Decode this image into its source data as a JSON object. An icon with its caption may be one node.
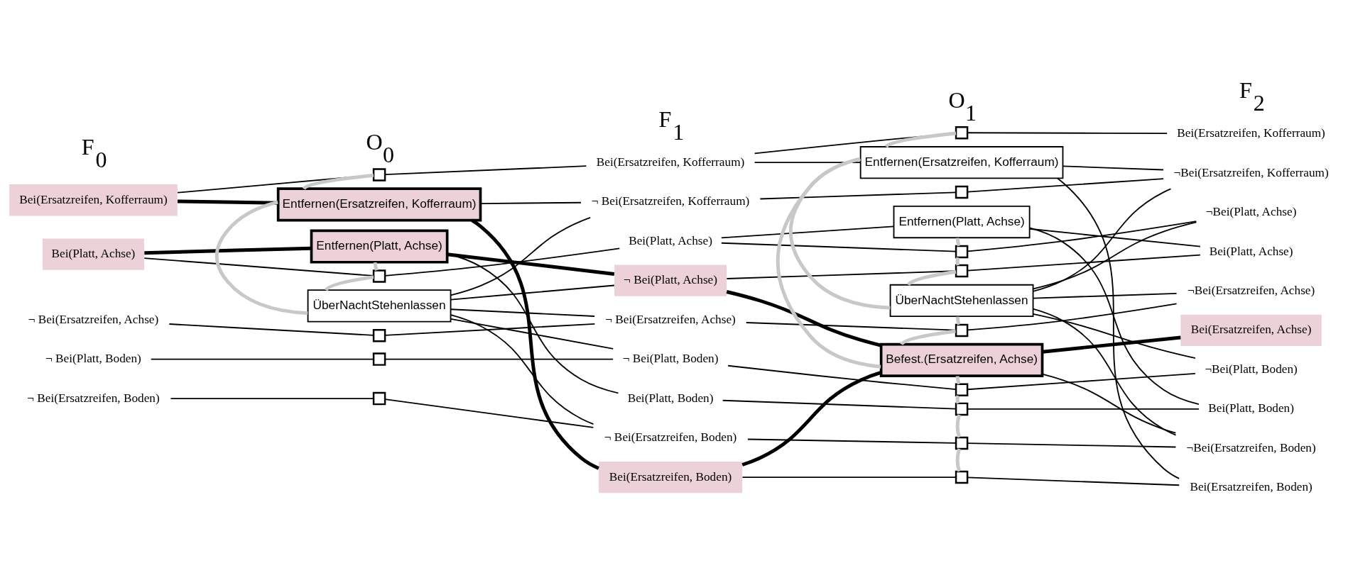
{
  "diagram": {
    "nodes": [
      {
        "text": [
          "Bei(Ersatzreifen, Kofferraum)"
        ]
      },
      {
        "text": [
          "Bei(Platt, Achse)"
        ]
      },
      {
        "text": [
          "¬ Bei(Ersatzreifen, Achse)"
        ]
      },
      {
        "text": [
          "¬ Bei(Platt, Boden)"
        ]
      },
      {
        "text": [
          "¬ Bei(Ersatzreifen, Boden)"
        ]
      },
      {
        "text": [],
        "shape": "box"
      },
      {
        "text": [
          "Entfernen(Ersatzreifen, Kofferraum)"
        ]
      },
      {
        "text": [
          "Entfernen(Platt, Achse)"
        ]
      },
      {
        "text": [],
        "shape": "box"
      },
      {
        "text": [
          "ÜberNachtStehenlassen"
        ]
      },
      {
        "text": [],
        "shape": "box"
      },
      {
        "text": [],
        "shape": "box"
      },
      {
        "text": [],
        "shape": "box"
      },
      {
        "text": [
          "Bei(Ersatzreifen, Kofferraum)"
        ]
      },
      {
        "text": [
          "¬ Bei(Ersatzreifen, Kofferraum)"
        ]
      },
      {
        "text": [
          "Bei(Platt, Achse)"
        ]
      },
      {
        "text": [
          "¬ Bei(Platt, Achse)"
        ]
      },
      {
        "text": [
          "¬ Bei(Ersatzreifen, Achse)"
        ]
      },
      {
        "text": [
          "¬ Bei(Platt, Boden)"
        ]
      },
      {
        "text": [
          "Bei(Platt, Boden)"
        ]
      },
      {
        "text": [
          "¬ Bei(Ersatzreifen, Boden)"
        ]
      },
      {
        "text": [
          "Bei(Ersatzreifen, Boden)"
        ]
      },
      {
        "text": [],
        "shape": "box"
      },
      {
        "text": [
          "Entfernen(Ersatzreifen, Kofferraum)"
        ]
      },
      {
        "text": [],
        "shape": "box"
      },
      {
        "text": [
          "Entfernen(Platt, Achse)"
        ]
      },
      {
        "text": [],
        "shape": "box"
      },
      {
        "text": [],
        "shape": "box"
      },
      {
        "text": [
          "ÜberNachtStehenlassen"
        ]
      },
      {
        "text": [],
        "shape": "box"
      },
      {
        "text": [
          "Befest.(Ersatzreifen, Achse)"
        ]
      },
      {
        "text": [],
        "shape": "box"
      },
      {
        "text": [],
        "shape": "box"
      },
      {
        "text": [],
        "shape": "box"
      },
      {
        "text": [],
        "shape": "box"
      },
      {
        "text": [
          "Bei(Ersatzreifen, Kofferraum)"
        ]
      },
      {
        "text": [
          "¬Bei(Ersatzreifen, Kofferraum)"
        ]
      },
      {
        "text": [
          "¬Bei(Platt, Achse)"
        ]
      },
      {
        "text": [
          "Bei(Platt, Achse)"
        ]
      },
      {
        "text": [
          "¬Bei(Ersatzreifen, Achse)"
        ]
      },
      {
        "text": [
          "Bei(Ersatzreifen, Achse)"
        ]
      },
      {
        "text": [
          "¬Bei(Platt, Boden)"
        ]
      },
      {
        "text": [
          "Bei(Platt, Boden)"
        ]
      },
      {
        "text": [
          "¬Bei(Ersatzreifen, Boden)"
        ]
      },
      {
        "text": [
          "Bei(Ersatzreifen, Boden)"
        ]
      }
    ],
    "edges": [
      {
        "from": 0,
        "to": 5,
        "arrow": "none"
      },
      {
        "from": 5,
        "to": 13,
        "arrow": "none"
      },
      {
        "from": 1,
        "to": 8,
        "arrow": "none"
      },
      {
        "from": 8,
        "to": 15,
        "arrow": "none"
      },
      {
        "from": 2,
        "to": 10,
        "arrow": "none"
      },
      {
        "from": 10,
        "to": 17,
        "arrow": "none"
      },
      {
        "from": 3,
        "to": 11,
        "arrow": "none"
      },
      {
        "from": 11,
        "to": 18,
        "arrow": "none"
      },
      {
        "from": 4,
        "to": 12,
        "arrow": "none"
      },
      {
        "from": 12,
        "to": 20,
        "arrow": "none"
      },
      {
        "from": 0,
        "to": 6,
        "arrow": "none",
        "style": "thick"
      },
      {
        "from": 6,
        "to": 14,
        "arrow": "none"
      },
      {
        "from": 6,
        "to": 21,
        "arrow": "none",
        "style": "thick"
      },
      {
        "from": 1,
        "to": 7,
        "arrow": "none",
        "style": "thick"
      },
      {
        "from": 7,
        "to": 16,
        "arrow": "none",
        "style": "thick"
      },
      {
        "from": 7,
        "to": 19,
        "arrow": "none"
      },
      {
        "from": 9,
        "to": 14,
        "arrow": "none"
      },
      {
        "from": 9,
        "to": 16,
        "arrow": "none"
      },
      {
        "from": 9,
        "to": 17,
        "arrow": "none"
      },
      {
        "from": 9,
        "to": 18,
        "arrow": "none"
      },
      {
        "from": 9,
        "to": 20,
        "arrow": "none"
      },
      {
        "from": 5,
        "to": 6,
        "arrow": "none",
        "style": "thick",
        "color": "#c8c8c8"
      },
      {
        "from": 6,
        "to": 9,
        "arrow": "none",
        "style": "thick",
        "color": "#c8c8c8"
      },
      {
        "from": 7,
        "to": 8,
        "arrow": "none",
        "style": "thick",
        "color": "#c8c8c8"
      },
      {
        "from": 8,
        "to": 9,
        "arrow": "none",
        "style": "thick",
        "color": "#c8c8c8"
      },
      {
        "from": 13,
        "to": 22,
        "arrow": "none"
      },
      {
        "from": 22,
        "to": 35,
        "arrow": "none"
      },
      {
        "from": 14,
        "to": 24,
        "arrow": "none"
      },
      {
        "from": 24,
        "to": 36,
        "arrow": "none"
      },
      {
        "from": 15,
        "to": 26,
        "arrow": "none"
      },
      {
        "from": 26,
        "to": 37,
        "arrow": "none"
      },
      {
        "from": 16,
        "to": 27,
        "arrow": "none"
      },
      {
        "from": 27,
        "to": 38,
        "arrow": "none"
      },
      {
        "from": 17,
        "to": 29,
        "arrow": "none"
      },
      {
        "from": 29,
        "to": 39,
        "arrow": "none"
      },
      {
        "from": 18,
        "to": 31,
        "arrow": "none"
      },
      {
        "from": 31,
        "to": 41,
        "arrow": "none"
      },
      {
        "from": 19,
        "to": 32,
        "arrow": "none"
      },
      {
        "from": 32,
        "to": 42,
        "arrow": "none"
      },
      {
        "from": 20,
        "to": 33,
        "arrow": "none"
      },
      {
        "from": 33,
        "to": 43,
        "arrow": "none"
      },
      {
        "from": 21,
        "to": 34,
        "arrow": "none"
      },
      {
        "from": 34,
        "to": 44,
        "arrow": "none"
      },
      {
        "from": 13,
        "to": 23,
        "arrow": "none"
      },
      {
        "from": 23,
        "to": 36,
        "arrow": "none"
      },
      {
        "from": 23,
        "to": 44,
        "arrow": "none"
      },
      {
        "from": 15,
        "to": 25,
        "arrow": "none"
      },
      {
        "from": 25,
        "to": 38,
        "arrow": "none"
      },
      {
        "from": 25,
        "to": 42,
        "arrow": "none"
      },
      {
        "from": 28,
        "to": 36,
        "arrow": "none"
      },
      {
        "from": 28,
        "to": 37,
        "arrow": "none"
      },
      {
        "from": 28,
        "to": 39,
        "arrow": "none"
      },
      {
        "from": 28,
        "to": 41,
        "arrow": "none"
      },
      {
        "from": 28,
        "to": 43,
        "arrow": "none"
      },
      {
        "from": 16,
        "to": 30,
        "arrow": "none",
        "style": "thick"
      },
      {
        "from": 21,
        "to": 30,
        "arrow": "none",
        "style": "thick"
      },
      {
        "from": 30,
        "to": 40,
        "arrow": "none",
        "style": "thick"
      },
      {
        "from": 30,
        "to": 43,
        "arrow": "none"
      },
      {
        "from": 22,
        "to": 23,
        "arrow": "none",
        "style": "thick",
        "color": "#c8c8c8"
      },
      {
        "from": 23,
        "to": 28,
        "arrow": "none",
        "style": "thick",
        "color": "#c8c8c8"
      },
      {
        "from": 23,
        "to": 30,
        "arrow": "none",
        "style": "thick",
        "color": "#c8c8c8"
      },
      {
        "from": 25,
        "to": 26,
        "arrow": "none",
        "style": "thick",
        "color": "#c8c8c8"
      },
      {
        "from": 26,
        "to": 27,
        "arrow": "none",
        "style": "thick",
        "color": "#c8c8c8"
      },
      {
        "from": 27,
        "to": 28,
        "arrow": "none",
        "style": "thick",
        "color": "#c8c8c8"
      },
      {
        "from": 28,
        "to": 29,
        "arrow": "none",
        "style": "thick",
        "color": "#c8c8c8"
      },
      {
        "from": 29,
        "to": 30,
        "arrow": "none",
        "style": "thick",
        "color": "#c8c8c8"
      },
      {
        "from": 30,
        "to": 31,
        "arrow": "none",
        "style": "thick",
        "color": "#c8c8c8"
      },
      {
        "from": 31,
        "to": 32,
        "arrow": "none",
        "style": "thick",
        "color": "#c8c8c8"
      },
      {
        "from": 32,
        "to": 33,
        "arrow": "none",
        "style": "thick",
        "color": "#c8c8c8"
      },
      {
        "from": 33,
        "to": 34,
        "arrow": "none",
        "style": "thick",
        "color": "#c8c8c8"
      }
    ],
    "labels": [
      "F$_{0}$",
      "O$_{0}$",
      "F$_{1}$",
      "O$_{1}$",
      "F$_{2}$"
    ]
  }
}
